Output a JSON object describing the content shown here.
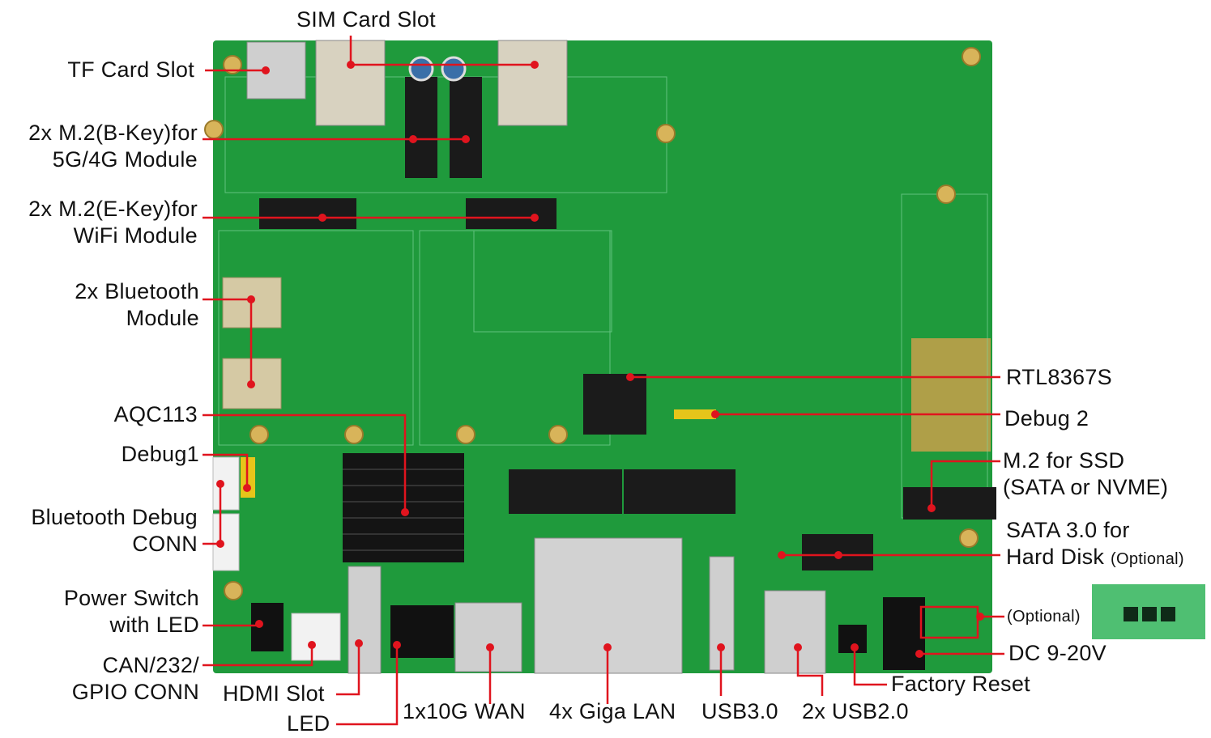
{
  "labels": {
    "sim_card_slot": "SIM Card Slot",
    "tf_card_slot": "TF Card Slot",
    "m2_bkey_line1": "2x M.2(B-Key)for",
    "m2_bkey_line2": "5G/4G Module",
    "m2_ekey_line1": "2x M.2(E-Key)for",
    "m2_ekey_line2": "WiFi Module",
    "bluetooth_line1": "2x Bluetooth",
    "bluetooth_line2": "Module",
    "aqc113": "AQC113",
    "debug1": "Debug1",
    "bt_debug_line1": "Bluetooth Debug",
    "bt_debug_line2": "CONN",
    "power_switch_line1": "Power Switch",
    "power_switch_line2": "with LED",
    "can_line1": "CAN/232/",
    "can_line2": "GPIO CONN",
    "hdmi_slot": "HDMI Slot",
    "led": "LED",
    "wan": "1x10G WAN",
    "lan": "4x Giga LAN",
    "usb3": "USB3.0",
    "usb2": "2x USB2.0",
    "factory_reset": "Factory Reset",
    "dc": "DC 9-20V",
    "optional_terminal": "(Optional)",
    "sata_line1": "SATA 3.0 for",
    "sata_line2": "Hard Disk",
    "sata_optional": "(Optional)",
    "m2_ssd_line1": "M.2 for SSD",
    "m2_ssd_line2": "(SATA or NVME)",
    "debug2": "Debug 2",
    "rtl8367s": "RTL8367S"
  },
  "colors": {
    "board": "#1f9a3c",
    "callout": "#e0141e",
    "terminal": "#4fbf72"
  }
}
